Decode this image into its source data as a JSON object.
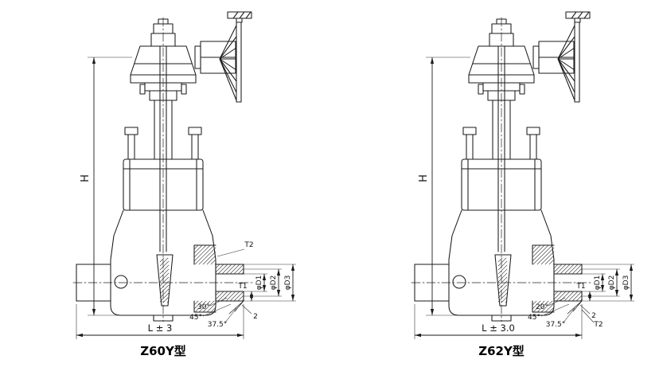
{
  "style": {
    "ink": "#1a1a1a",
    "background": "#ffffff"
  },
  "figures": {
    "left": {
      "title": "Z60Y型",
      "height_label": "H",
      "length_label": "L ± 3",
      "t1_label": "T1",
      "t2_label": "T2",
      "d1_label": "φD1",
      "d2_label": "φD2",
      "d3_label": "φD3",
      "root_face_label": "2",
      "bevel_angle_1": "45°",
      "bevel_angle_2": "37.5°",
      "bevel_angle_3": "30°"
    },
    "right": {
      "title": "Z62Y型",
      "height_label": "H",
      "length_label": "L ± 3.0",
      "t1_label": "T1",
      "t2_label": "T2",
      "d1_label": "φD1",
      "d2_label": "φD2",
      "d3_label": "φD3",
      "root_face_label": "2",
      "bevel_angle_1": "45°",
      "bevel_angle_2": "37.5°",
      "bevel_angle_3": "20°"
    }
  }
}
